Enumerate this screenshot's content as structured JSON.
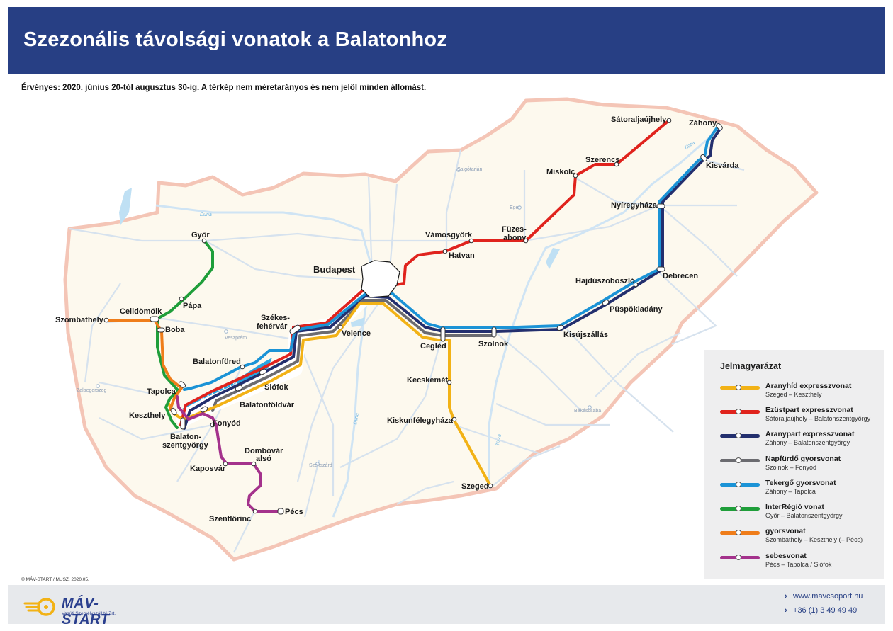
{
  "header": {
    "title": "Szezonális távolsági vonatok a Balatonhoz"
  },
  "subtitle": "Érvényes: 2020. június 20-tól augusztus 30-ig. A térkép nem méretarányos és nem jelöl minden állomást.",
  "map": {
    "lake_label": "BALATON",
    "stations": {
      "satoraljaujhely": "Sátoraljaújhely",
      "zahony": "Záhony",
      "szerencs": "Szerencs",
      "miskolc": "Miskolc",
      "kisvarda": "Kisvárda",
      "nyiregyhaza": "Nyíregyháza",
      "fuzesabony": "Füzes-\nabony",
      "fuzesabony_1": "Füzes-",
      "fuzesabony_2": "abony",
      "vamosgyork": "Vámosgyörk",
      "hatvan": "Hatvan",
      "budapest": "Budapest",
      "hajduszoboszlo": "Hajdúszoboszló",
      "debrecen": "Debrecen",
      "puspokladany": "Püspökladány",
      "kisujszallas": "Kisújszállás",
      "gyor": "Győr",
      "papa": "Pápa",
      "celldomolk": "Celldömölk",
      "szombathely": "Szombathely",
      "boba": "Boba",
      "szekesfehervar_1": "Székes-",
      "szekesfehervar_2": "fehérvár",
      "velence": "Velence",
      "cegled": "Cegléd",
      "szolnok": "Szolnok",
      "balatonfured": "Balatonfüred",
      "tapolca": "Tapolca",
      "siofok": "Siófok",
      "balatonfoldvar": "Balatonföldvár",
      "keszthely": "Keszthely",
      "fonyod": "Fonyód",
      "balatonszentgyorgy_1": "Balaton-",
      "balatonszentgyorgy_2": "szentgyörgy",
      "kecskemet": "Kecskemét",
      "kiskunfelegyhaza": "Kiskunfélegyháza",
      "dombovar_1": "Dombóvár",
      "dombovar_2": "alsó",
      "kaposvar": "Kaposvár",
      "szeged": "Szeged",
      "szentlorinc": "Szentlőrinc",
      "pecs": "Pécs"
    },
    "towns": {
      "salgotarjan": "Salgótarján",
      "eger": "Eger",
      "veszprem": "Veszprém",
      "zalaegerszeg": "Zalaegerszeg",
      "szekszard": "Szekszárd",
      "bekescsaba": "Békéscsaba"
    },
    "rivers": {
      "duna": "Duna",
      "tisza": "Tisza"
    }
  },
  "legend": {
    "title": "Jelmagyarázat",
    "items": [
      {
        "name": "Aranyhíd expresszvonat",
        "route": "Szeged – Keszthely",
        "color": "#f2b216"
      },
      {
        "name": "Ezüstpart expresszvonat",
        "route": "Sátoraljaújhely – Balatonszentgyörgy",
        "color": "#e0231d"
      },
      {
        "name": "Aranypart expresszvonat",
        "route": "Záhony – Balatonszentgyörgy",
        "color": "#232f6e"
      },
      {
        "name": "Napfürdő gyorsvonat",
        "route": "Szolnok – Fonyód",
        "color": "#6b6b70"
      },
      {
        "name": "Tekergő gyorsvonat",
        "route": "Záhony – Tapolca",
        "color": "#1b93d6"
      },
      {
        "name": "InterRégió vonat",
        "route": "Győr – Balatonszentgyörgy",
        "color": "#1f9e3a"
      },
      {
        "name": "gyorsvonat",
        "route": "Szombathely – Keszthely (– Pécs)",
        "color": "#ef7d1a"
      },
      {
        "name": "sebesvonat",
        "route": "Pécs – Tapolca / Siófok",
        "color": "#a4328c"
      }
    ]
  },
  "copyright": "© MÁV-START / MUSZ, 2020.05.",
  "footer": {
    "logo_name": "MÁV-START",
    "logo_sub": "Vasúti Személyszállító Zrt.",
    "website": "www.mavcsoport.hu",
    "phone": "+36 (1) 3 49 49 49"
  }
}
